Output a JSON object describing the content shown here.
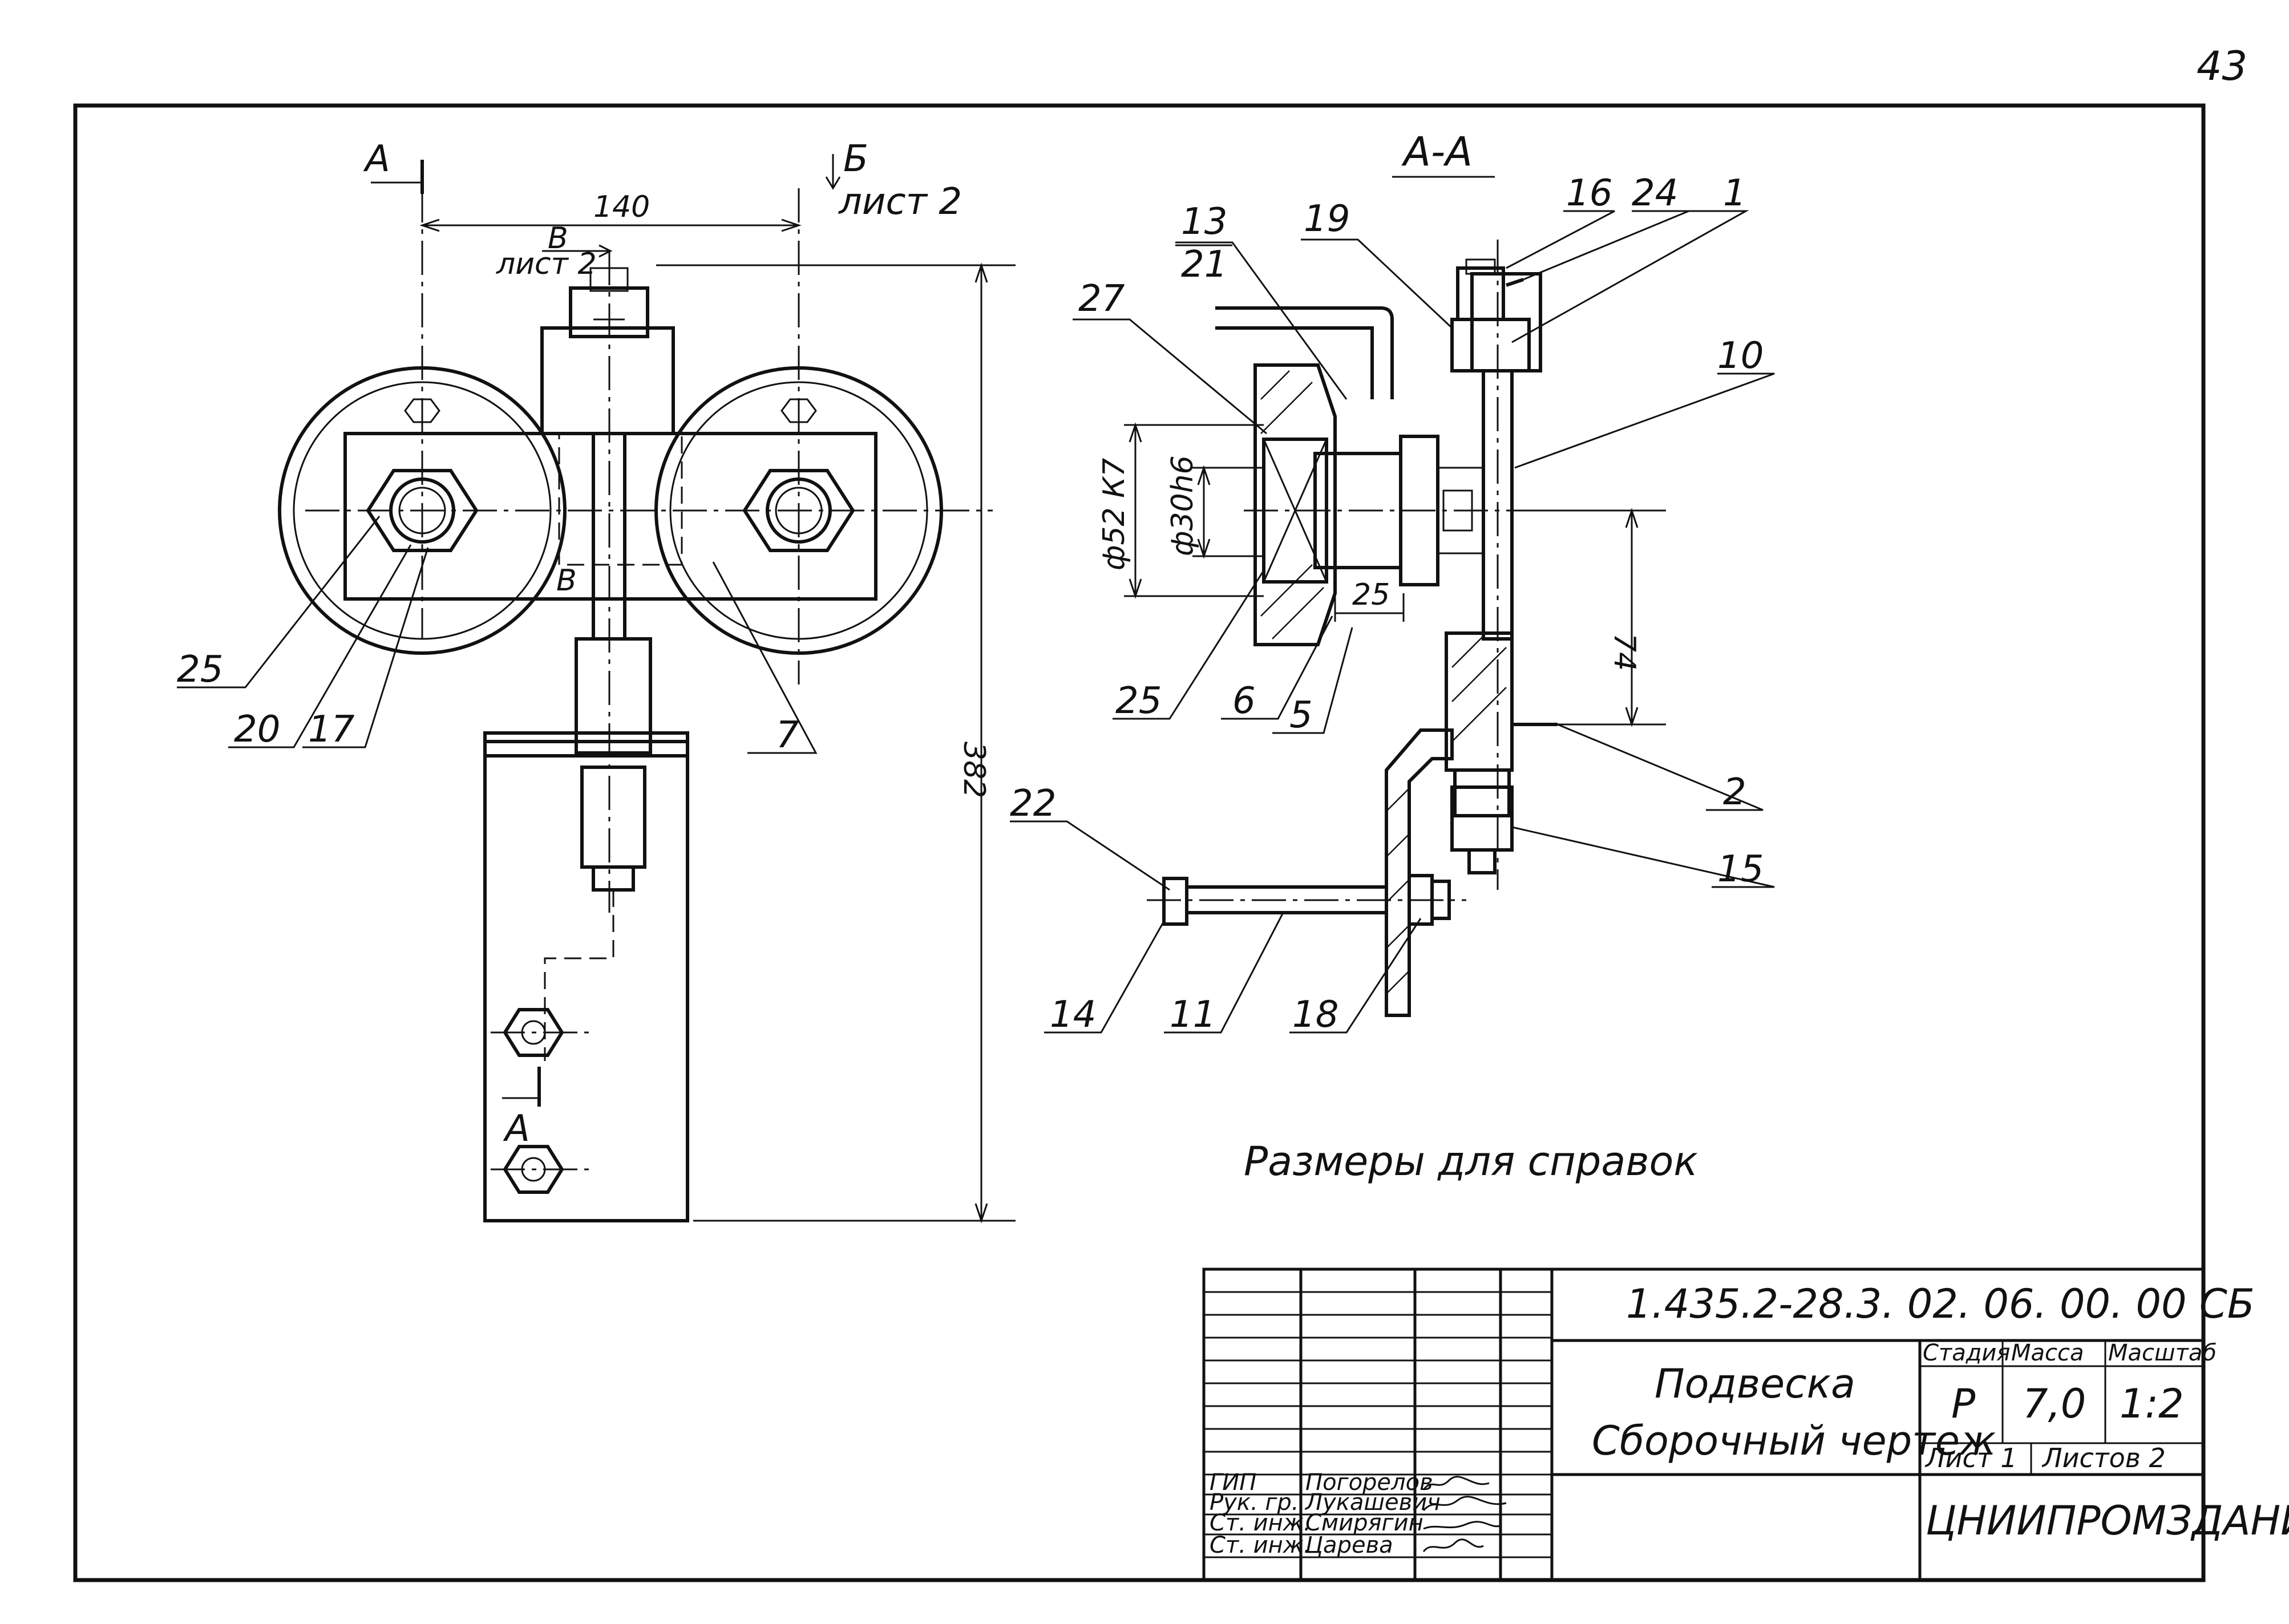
{
  "sheet": {
    "page_number": "43",
    "drawing_number": "1.435.2-28.3. 02. 06. 00. 00 СБ",
    "title_line1": "Подвеска",
    "title_line2": "Сборочный чертеж",
    "organization": "ЦНИИПРОМЗДАНИЙ",
    "note": "Размеры для справок"
  },
  "title_block": {
    "stage_header": "Стадия",
    "mass_header": "Масса",
    "scale_header": "Масштаб",
    "stage": "Р",
    "mass": "7,0",
    "scale": "1:2",
    "sheet_label": "Лист 1",
    "sheets_label": "Листов 2",
    "roles": [
      {
        "role": "ГИП",
        "name": "Погорелов"
      },
      {
        "role": "Рук. гр.",
        "name": "Лукашевич"
      },
      {
        "role": "Ст. инж.",
        "name": "Смирягин"
      },
      {
        "role": "Ст. инж.",
        "name": "Царева"
      }
    ]
  },
  "front_view": {
    "section_mark_top": "А",
    "section_mark_bottom": "А",
    "view_b_letter": "Б",
    "view_b_sheet": "лист 2",
    "view_v_letter": "В",
    "view_v_sheet": "лист 2",
    "view_v_bottom": "В",
    "dim_width": "140",
    "dim_height": "382",
    "labels": [
      "25",
      "20",
      "17",
      "7"
    ]
  },
  "section_view": {
    "title": "А-А",
    "dim_outer_dia": "ф52 К7",
    "dim_inner_dia": "ф30h6",
    "dim_offset": "25",
    "dim_height": "74",
    "labels_top": [
      "13",
      "21",
      "19",
      "16",
      "24",
      "1",
      "27",
      "10"
    ],
    "labels_bottom": [
      "25",
      "6",
      "5",
      "2",
      "15",
      "22",
      "14",
      "11",
      "18"
    ]
  }
}
